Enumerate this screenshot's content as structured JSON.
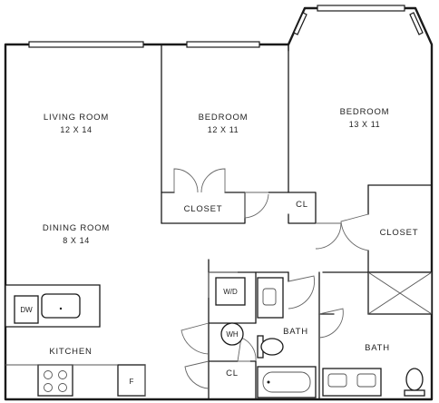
{
  "rooms": {
    "living_room": {
      "name": "LIVING ROOM",
      "size": "12 X 14"
    },
    "bedroom_1": {
      "name": "BEDROOM",
      "size": "12 X 11"
    },
    "bedroom_2": {
      "name": "BEDROOM",
      "size": "13 X 11"
    },
    "dining_room": {
      "name": "DINING ROOM",
      "size": "8 X 14"
    },
    "kitchen": {
      "name": "KITCHEN"
    },
    "closet_1": {
      "name": "CLOSET"
    },
    "closet_2": {
      "name": "CLOSET"
    },
    "cl_1": {
      "name": "CL"
    },
    "cl_2": {
      "name": "CL"
    },
    "bath_1": {
      "name": "BATH"
    },
    "bath_2": {
      "name": "BATH"
    }
  },
  "fixtures": {
    "dishwasher": "DW",
    "washer_dryer": "W/D",
    "water_heater": "WH",
    "fridge": "F"
  }
}
